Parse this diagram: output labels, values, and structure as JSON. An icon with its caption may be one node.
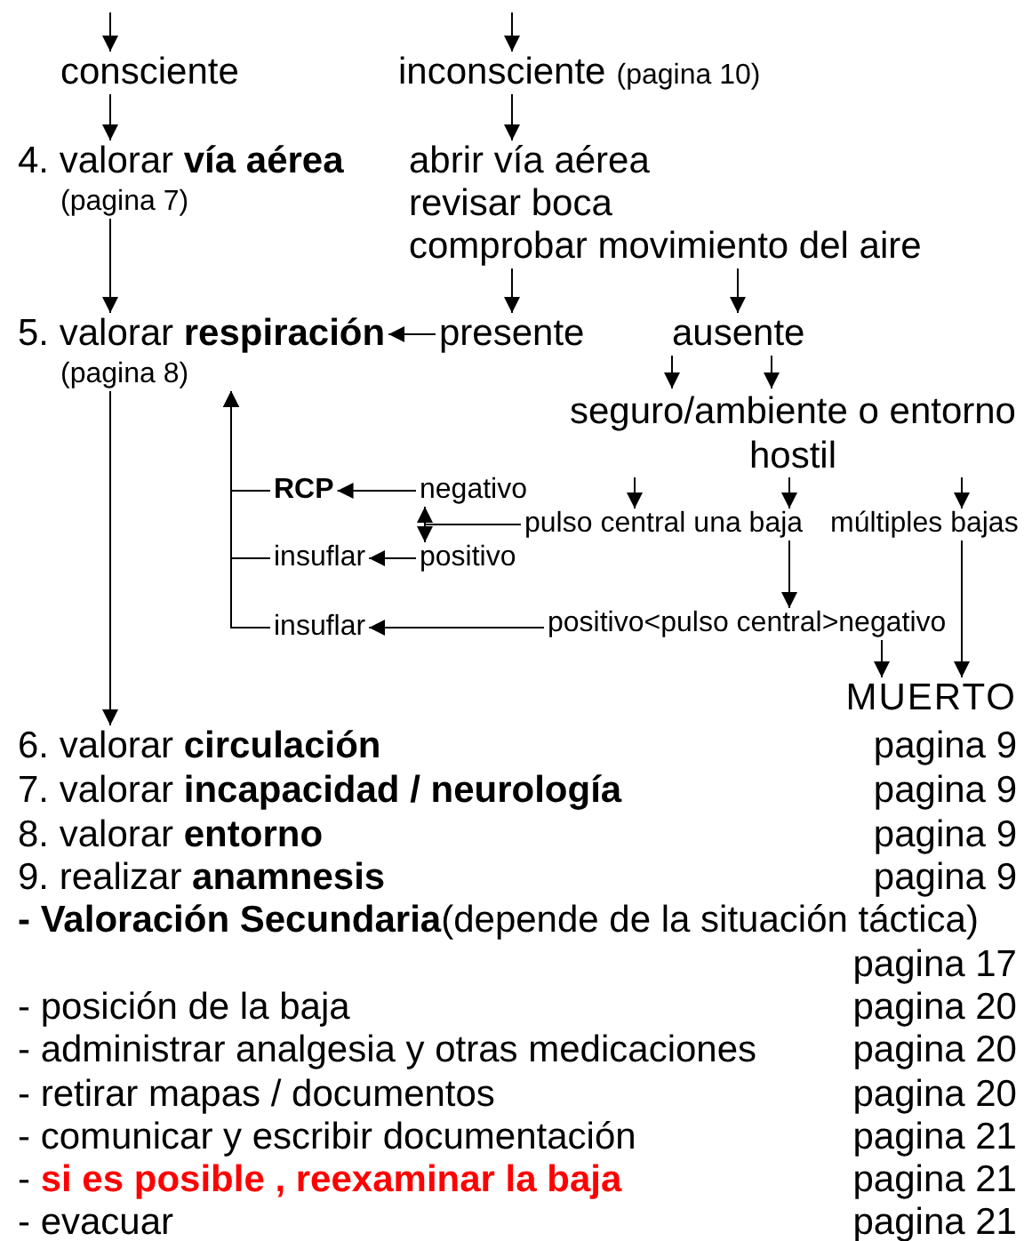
{
  "diagram": {
    "nodes": [
      {
        "text": [
          "consciente"
        ]
      },
      {
        "text": [
          "inconsciente"
        ],
        "beside": [
          "(pagina 10)"
        ]
      },
      {
        "text": [
          "4. valorar **vía aérea**"
        ],
        "beside": [
          "(pagina 7)"
        ]
      },
      {
        "text": [
          "abrir vía aérea",
          "revisar boca",
          "comprobar movimiento del aire"
        ]
      },
      {
        "text": [
          "5. valorar **respiración**"
        ],
        "beside": [
          "(pagina 8)"
        ]
      },
      {
        "text": [
          "presente"
        ]
      },
      {
        "text": [
          "ausente"
        ]
      },
      {
        "text": [
          "seguro/ambiente o entorno hostil"
        ]
      },
      {
        "text": [
          "RCP"
        ]
      },
      {
        "text": [
          "negativo"
        ]
      },
      {
        "text": [
          "pulso central una baja"
        ]
      },
      {
        "text": [
          "múltiples bajas"
        ]
      },
      {
        "text": [
          "insuflar"
        ]
      },
      {
        "text": [
          "positivo"
        ]
      },
      {
        "text": [
          "insuflar"
        ]
      },
      {
        "text": [
          "positivo<pulso central>negativo"
        ]
      },
      {
        "text": [
          "MUERTO"
        ]
      },
      {
        "text": [
          "6. valorar **circulación**"
        ]
      }
    ],
    "edges": [
      {
        "from": null,
        "to": 0,
        "arrow": "to"
      },
      {
        "from": null,
        "to": 1,
        "arrow": "to"
      },
      {
        "from": 0,
        "to": 2,
        "arrow": "to"
      },
      {
        "from": 1,
        "to": 3,
        "arrow": "to"
      },
      {
        "from": 2,
        "to": 4,
        "arrow": "to"
      },
      {
        "from": 3,
        "to": 5,
        "arrow": "to"
      },
      {
        "from": 3,
        "to": 6,
        "arrow": "to"
      },
      {
        "from": 5,
        "to": 4,
        "arrow": "to"
      },
      {
        "from": 6,
        "to": 7,
        "arrow": "to"
      },
      {
        "from": 6,
        "to": 7,
        "arrow": "to"
      },
      {
        "from": 7,
        "to": 10,
        "arrow": "to"
      },
      {
        "from": 7,
        "to": 10,
        "arrow": "to"
      },
      {
        "from": 7,
        "to": 11,
        "arrow": "to"
      },
      {
        "from": 9,
        "to": 8,
        "arrow": "to"
      },
      {
        "from": 10,
        "to": 9,
        "arrow": "to"
      },
      {
        "from": 10,
        "to": 13,
        "arrow": "to"
      },
      {
        "from": 13,
        "to": 12,
        "arrow": "to"
      },
      {
        "from": 10,
        "to": 15,
        "arrow": "to"
      },
      {
        "from": 15,
        "to": 14,
        "arrow": "to"
      },
      {
        "from": 15,
        "to": 16,
        "arrow": "to"
      },
      {
        "from": 11,
        "to": 16,
        "arrow": "to"
      },
      {
        "from": 8,
        "to": 4,
        "arrow": "to"
      },
      {
        "from": 12,
        "to": 4,
        "arrow": "to"
      },
      {
        "from": 14,
        "to": 4,
        "arrow": "to"
      },
      {
        "from": 4,
        "to": 17,
        "arrow": "to"
      }
    ],
    "labels": [
      "pagina 9",
      "7. valorar **incapacidad / neurología**",
      "pagina 9",
      "8. valorar **entorno**",
      "pagina 9",
      "9. realizar **anamnesis**",
      "pagina 9",
      "**- Valoración Secundaria**(depende de la situación táctica)",
      "pagina 17",
      "- posición de la baja",
      "pagina 20",
      "- administrar analgesia y otras medicaciones",
      "pagina 20",
      "- retirar mapas / documentos",
      "pagina 20",
      "- comunicar y escribir documentación",
      "pagina 21",
      "- **si es posible , reexaminar la baja**",
      "pagina 21",
      "- evacuar",
      "pagina 21"
    ]
  }
}
